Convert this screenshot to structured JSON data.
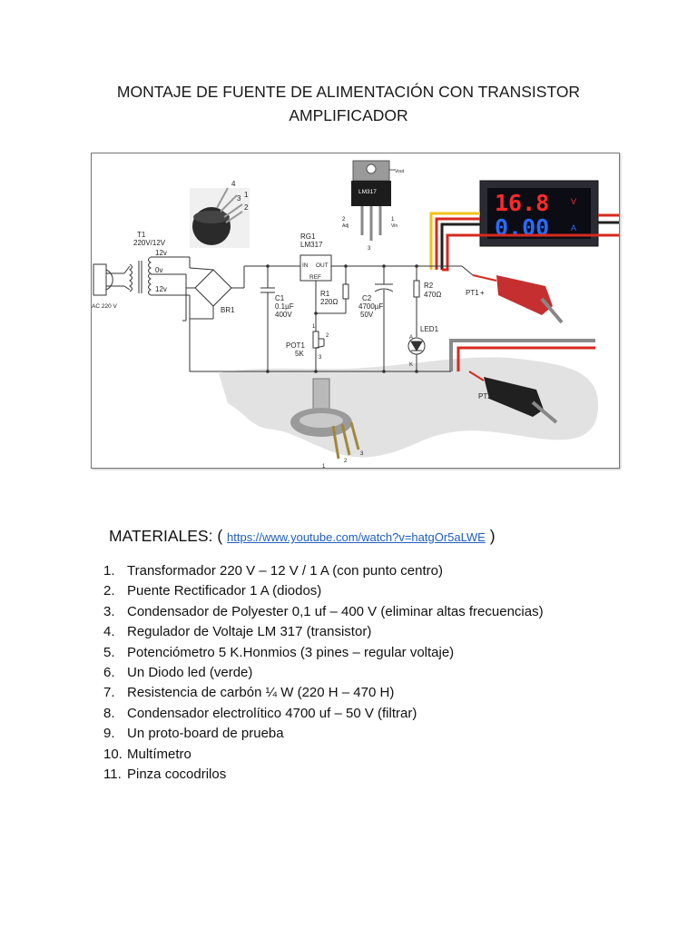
{
  "title": {
    "line1": "MONTAJE DE FUENTE DE ALIMENTACIÓN CON TRANSISTOR",
    "line2": "AMPLIFICADOR"
  },
  "figure": {
    "labels": {
      "t1": "T1",
      "t1_rating": "220V/12V",
      "tap_12v_top": "12v",
      "tap_0v": "0v",
      "tap_12v_bottom": "12v",
      "ac_input": "AC 220 V",
      "br1": "BR1",
      "rg1": "RG1",
      "lm317": "LM317",
      "pin_in": "IN",
      "pin_out": "OUT",
      "pin_ref": "REF",
      "c1": "C1",
      "c1_value": "0.1µF",
      "c1_voltage": "400V",
      "r1": "R1",
      "r1_value": "220Ω",
      "c2": "C2",
      "c2_value": "4700µF",
      "c2_voltage": "50V",
      "r2": "R2",
      "r2_value": "470Ω",
      "led1": "LED1",
      "led_a": "A",
      "led_k": "K",
      "pot1": "POT1",
      "pot1_value": "5K",
      "pot_pin1": "1",
      "pot_pin2": "2",
      "pot_pin3": "3",
      "pt1": "PT1",
      "pt1_sign": "+",
      "pt2": "PT2",
      "pt2_sign": "−",
      "bridge_pin1": "1",
      "bridge_pin2": "2",
      "bridge_pin3": "3",
      "bridge_pin4": "4",
      "pkg_chip": "LM317",
      "pkg_vout": "Vout",
      "pkg_adj": "Adj",
      "pkg_vin": "Vin",
      "pkg_pin1": "1",
      "pkg_pin2": "2",
      "pkg_pin3": "3",
      "potphoto_pin1": "1",
      "potphoto_pin2": "2",
      "potphoto_pin3": "3"
    },
    "meter": {
      "voltage": "16.8",
      "voltage_unit": "V",
      "current": "0.00",
      "current_unit": "A"
    },
    "colors": {
      "voltage_digits": "#ff2a2a",
      "current_digits": "#2a6bff",
      "wire_red": "#d62a1e",
      "wire_yellow": "#f2c21b",
      "wire_gray": "#8a8a8a"
    }
  },
  "materials": {
    "heading": "MATERIALES:",
    "open_paren": "(",
    "link": "https://www.youtube.com/watch?v=hatgOr5aLWE",
    "close_paren": ")",
    "items": [
      {
        "num": "1.",
        "text": "Transformador 220 V – 12 V / 1 A (con punto centro)"
      },
      {
        "num": "2.",
        "text": "Puente Rectificador 1 A (diodos)"
      },
      {
        "num": "3.",
        "text": "Condensador de Polyester 0,1 uf – 400 V (eliminar altas frecuencias)"
      },
      {
        "num": "4.",
        "text": "Regulador de Voltaje LM 317 (transistor)"
      },
      {
        "num": "5.",
        "text": "Potenciómetro 5 K.Honmios (3 pines – regular voltaje)"
      },
      {
        "num": "6.",
        "text": "Un Diodo led (verde)"
      },
      {
        "num": "7.",
        "text": "Resistencia de carbón ¼ W (220 H – 470 H)"
      },
      {
        "num": "8.",
        "text": "Condensador electrolítico 4700 uf – 50 V (filtrar)"
      },
      {
        "num": "9.",
        "text": "Un proto-board de prueba"
      },
      {
        "num": "10.",
        "text": "Multímetro"
      },
      {
        "num": "11.",
        "text": "Pinza cocodrilos"
      }
    ]
  }
}
